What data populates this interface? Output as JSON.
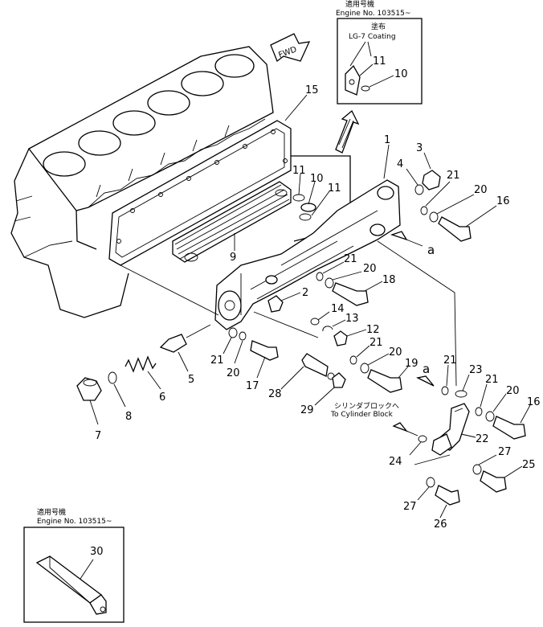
{
  "inset_top": {
    "applicable_label": "適用号機",
    "engine_no": "Engine No. 103515~",
    "coating_jp": "塗布",
    "coating_en": "LG-7 Coating",
    "callouts": [
      "11",
      "10"
    ]
  },
  "inset_bottom": {
    "applicable_label": "適用号機",
    "engine_no": "Engine No. 103515~",
    "callouts": [
      "30"
    ]
  },
  "fwd_label": "FWD",
  "cylinder_block_note": {
    "jp": "シリンダブロックへ",
    "en": "To Cylinder Block"
  },
  "ref_marks": [
    "a",
    "a"
  ],
  "callouts": {
    "c1": "1",
    "c2": "2",
    "c3": "3",
    "c4": "4",
    "c5": "5",
    "c6": "6",
    "c7": "7",
    "c8": "8",
    "c9": "9",
    "c10": "10",
    "c11a": "11",
    "c11b": "11",
    "c12": "12",
    "c13": "13",
    "c14": "14",
    "c15": "15",
    "c16a": "16",
    "c16b": "16",
    "c17": "17",
    "c18": "18",
    "c19": "19",
    "c20a": "20",
    "c20b": "20",
    "c20c": "20",
    "c20d": "20",
    "c20e": "20",
    "c21a": "21",
    "c21b": "21",
    "c21c": "21",
    "c21d": "21",
    "c21e": "21",
    "c21f": "21",
    "c22": "22",
    "c23": "23",
    "c24": "24",
    "c25": "25",
    "c26": "26",
    "c27a": "27",
    "c27b": "27",
    "c28": "28",
    "c29": "29"
  }
}
